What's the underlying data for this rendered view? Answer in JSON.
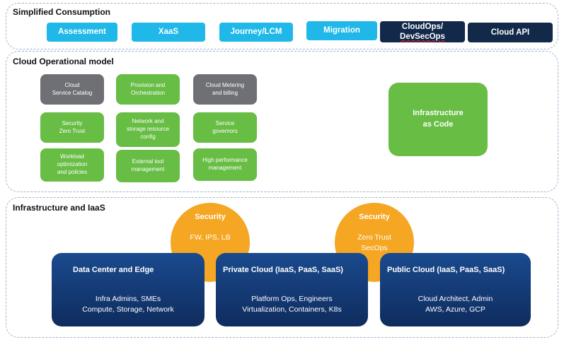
{
  "panels": {
    "simplified": "Simplified Consumption",
    "operational": "Cloud Operational model",
    "infrastructure": "Infrastructure and IaaS"
  },
  "consumption": {
    "assessment": "Assessment",
    "xaas": "XaaS",
    "journey": "Journey/LCM",
    "migration": "Migration",
    "cloudops_line1": "CloudOps/",
    "cloudops_line2": "DevSecOps",
    "cloud_api": "Cloud API"
  },
  "operational_model": {
    "service_catalog": [
      "Cloud",
      "Service Catalog"
    ],
    "provision": [
      "Provision and",
      "Orchestration"
    ],
    "metering": [
      "Cloud Metering",
      "and billing"
    ],
    "security": [
      "Security",
      "Zero Trust"
    ],
    "network": [
      "Network and",
      "storage resource",
      "config"
    ],
    "governors": [
      "Service",
      "governors"
    ],
    "workload": [
      "Workload",
      "optimization",
      "and policies"
    ],
    "external_tool": [
      "External tool",
      "management"
    ],
    "high_perf": [
      "High performance",
      "management"
    ],
    "iac": [
      "Infrastructure",
      "as Code"
    ]
  },
  "security_circles": {
    "left": {
      "title": "Security",
      "body": "FW, IPS, LB"
    },
    "right": {
      "title": "Security",
      "body": [
        "Zero Trust",
        "SecOps"
      ]
    }
  },
  "clouds": {
    "datacenter": {
      "title": "Data Center and Edge",
      "lines": [
        "Infra Admins, SMEs",
        "Compute, Storage, Network"
      ]
    },
    "private": {
      "title": "Private Cloud (IaaS, PaaS, SaaS)",
      "lines": [
        "Platform Ops, Engineers",
        "Virtualization, Containers, K8s"
      ]
    },
    "public": {
      "title": "Public Cloud (IaaS, PaaS, SaaS)",
      "lines": [
        "Cloud Architect, Admin",
        "AWS, Azure, GCP"
      ]
    }
  },
  "colors": {
    "cyan": "#1fb8e8",
    "navy": "#12294a",
    "gray": "#6e7075",
    "green": "#68bd45",
    "orange": "#f5a623",
    "blue": "#1a4a8e"
  }
}
